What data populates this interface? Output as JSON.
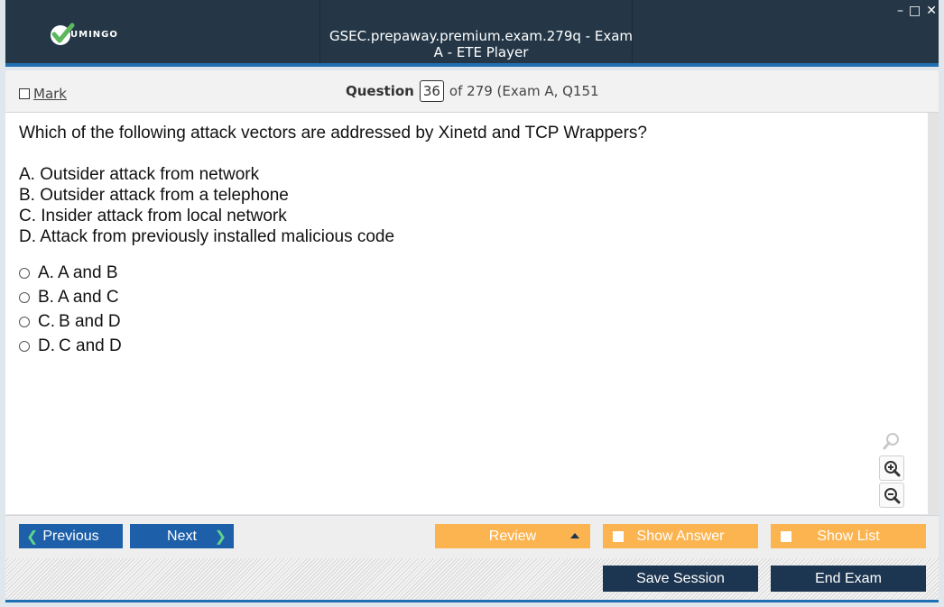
{
  "window": {
    "title": "GSEC.prepaway.premium.exam.279q - Exam A - ETE Player",
    "logo_text": "UMINGO",
    "controls": {
      "minimize": "–",
      "maximize": "□",
      "close": "✕"
    }
  },
  "header": {
    "mark_label": "Mark",
    "question_word": "Question",
    "question_number": "36",
    "question_total": "of 279 (Exam A, Q151"
  },
  "question": {
    "text": "Which of the following attack vectors are addressed by Xinetd and TCP Wrappers?",
    "options": [
      "A. Outsider attack from network",
      "B. Outsider attack from a telephone",
      "C. Insider attack from local network",
      "D. Attack from previously installed malicious code"
    ],
    "answers": [
      {
        "letter": "A.",
        "text": "A and B"
      },
      {
        "letter": "B.",
        "text": "A and C"
      },
      {
        "letter": "C.",
        "text": "B and D"
      },
      {
        "letter": "D.",
        "text": "C and D"
      }
    ]
  },
  "zoom": {
    "icons": [
      "search-icon",
      "zoom-in-icon",
      "zoom-out-icon"
    ]
  },
  "toolbar": {
    "previous_label": "Previous",
    "next_label": "Next",
    "review_label": "Review",
    "show_answer_label": "Show Answer",
    "show_list_label": "Show List"
  },
  "footer": {
    "save_label": "Save Session",
    "end_label": "End Exam"
  },
  "colors": {
    "titlebar": "#253747",
    "accent": "#1f6fb2",
    "nav_button": "#1d5fa8",
    "orange_button": "#fbb450",
    "dark_button": "#1c3550"
  }
}
